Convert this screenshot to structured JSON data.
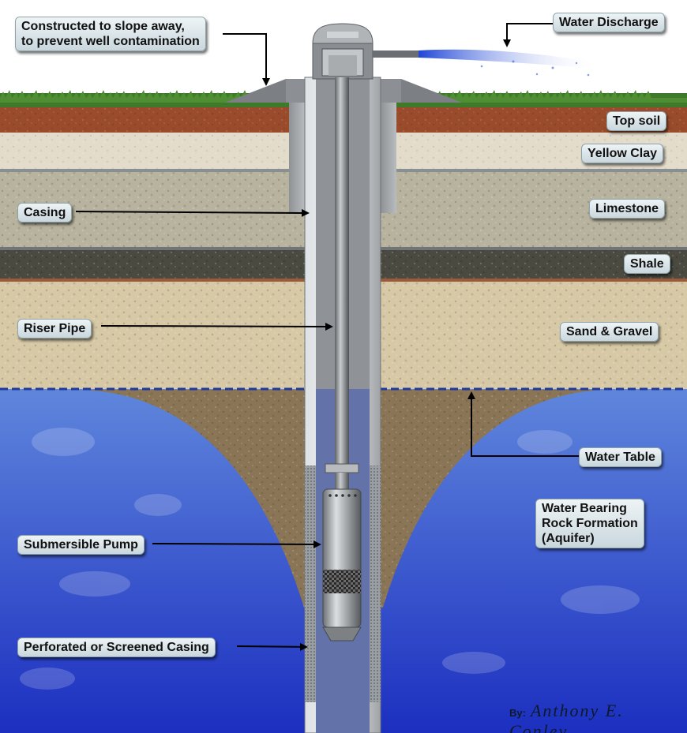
{
  "labels": {
    "slope_line1": "Constructed to slope away,",
    "slope_line2": "to prevent well contamination",
    "water_discharge": "Water Discharge",
    "top_soil": "Top soil",
    "yellow_clay": "Yellow Clay",
    "casing": "Casing",
    "limestone": "Limestone",
    "shale": "Shale",
    "riser_pipe": "Riser Pipe",
    "sand_gravel": "Sand & Gravel",
    "water_table": "Water Table",
    "aquifer_line1": "Water Bearing",
    "aquifer_line2": "Rock Formation",
    "aquifer_line3": "(Aquifer)",
    "submersible_pump": "Submersible Pump",
    "perforated_casing": "Perforated or Screened Casing"
  },
  "signature": {
    "by": "By:",
    "name": "Anthony E. Conley"
  },
  "colors": {
    "grass": "#3f7a2a",
    "top_soil": "#9a4b2c",
    "yellow_clay": "#e3dccb",
    "limestone": "#b8b39e",
    "shale": "#4a4a40",
    "sand_gravel": "#d7c9a6",
    "water": "#2a47c8",
    "cone": "#8a7656",
    "casing": "#a9adb0",
    "water_table_line": "#1f3a9a"
  }
}
